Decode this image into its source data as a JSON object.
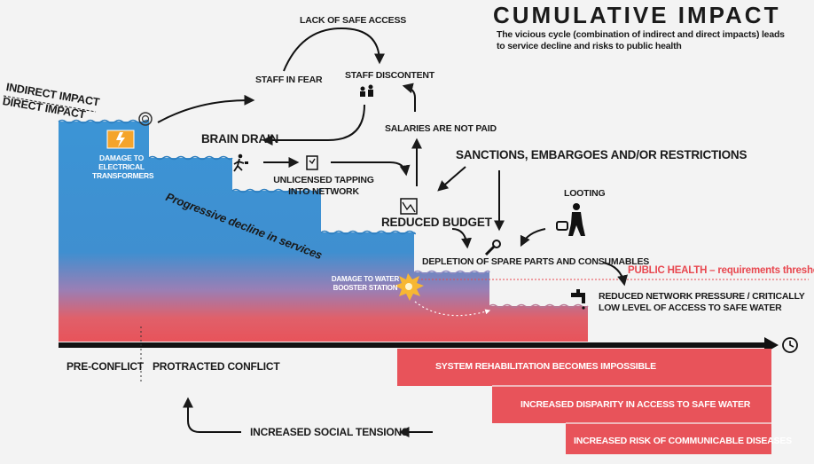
{
  "header": {
    "title": "CUMULATIVE IMPACT",
    "subtitle": "The vicious cycle (combination of indirect and direct impacts) leads to service decline and risks to public health"
  },
  "impact_levels": {
    "indirect": "INDIRECT IMPACT",
    "direct": "DIRECT IMPACT"
  },
  "nodes": {
    "lack_of_safe_access": "LACK OF SAFE ACCESS",
    "staff_in_fear": "STAFF IN FEAR",
    "staff_discontent": "STAFF DISCONTENT",
    "salaries_not_paid": "SALARIES ARE NOT PAID",
    "brain_drain": "BRAIN DRAIN",
    "unlicensed_tapping": "UNLICENSED TAPPING INTO NETWORK",
    "reduced_budget": "REDUCED BUDGET",
    "sanctions": "SANCTIONS, EMBARGOES AND/OR RESTRICTIONS",
    "looting": "LOOTING",
    "depletion": "DEPLETION OF SPARE PARTS AND CONSUMABLES",
    "damage_transformers": "DAMAGE TO ELECTRICAL TRANSFORMERS",
    "damage_booster": "DAMAGE TO WATER BOOSTER STATION",
    "reduced_pressure": "REDUCED NETWORK PRESSURE / CRITICALLY LOW LEVEL OF ACCESS TO SAFE WATER",
    "progressive_decline": "Progressive decline in services"
  },
  "threshold": {
    "label": "PUBLIC HEALTH – requirements threshold",
    "color": "#e8474f"
  },
  "timeline": {
    "pre_conflict": "PRE-CONFLICT",
    "protracted_conflict": "PROTRACTED CONFLICT",
    "clock_icon": "clock-icon"
  },
  "consequences": [
    "SYSTEM REHABILITATION BECOMES IMPOSSIBLE",
    "INCREASED DISPARITY IN ACCESS TO SAFE WATER",
    "INCREASED RISK OF COMMUNICABLE DISEASES"
  ],
  "social": {
    "tensions": "INCREASED SOCIAL TENSIONS"
  },
  "colors": {
    "water_blue": "#3a93d4",
    "consequence_red": "#e8535a",
    "background": "#f3f3f3"
  }
}
